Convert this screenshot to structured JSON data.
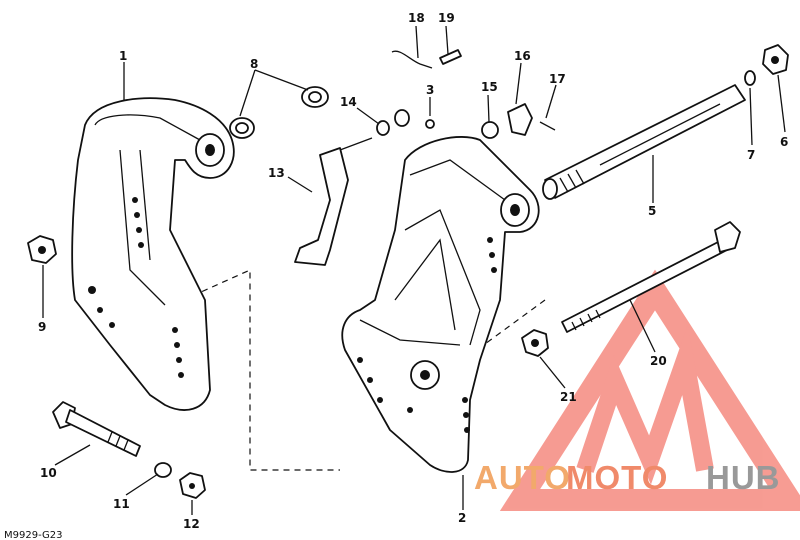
{
  "figure_code": "M9929-G23",
  "callouts": [
    "1",
    "2",
    "3",
    "5",
    "6",
    "7",
    "8",
    "9",
    "10",
    "11",
    "12",
    "13",
    "14",
    "15",
    "16",
    "17",
    "18",
    "19",
    "20",
    "21"
  ],
  "watermark": {
    "auto": "AUTO",
    "moto": "MOTO",
    "hub": "HUB",
    "colors": {
      "auto": "#f2a96b",
      "moto": "#f08a6a",
      "hub": "#999999",
      "logo": "#f04a3a"
    }
  }
}
